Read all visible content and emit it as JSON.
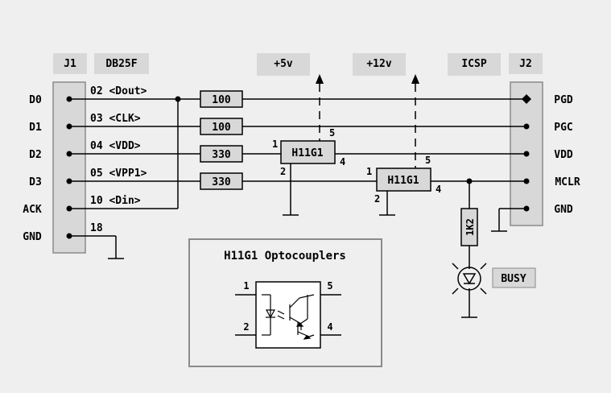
{
  "header": {
    "j1": "J1",
    "db25f": "DB25F",
    "plus5v": "+5v",
    "plus12v": "+12v",
    "icsp": "ICSP",
    "j2": "J2"
  },
  "left_signals": [
    "D0",
    "D1",
    "D2",
    "D3",
    "ACK",
    "GND"
  ],
  "db25_pins": [
    "02 <Dout>",
    "03 <CLK>",
    "04 <VDD>",
    "05 <VPP1>",
    "10 <Din>",
    "18"
  ],
  "right_signals": [
    "PGD",
    "PGC",
    "VDD",
    "MCLR",
    "GND"
  ],
  "resistors": [
    "100",
    "100",
    "330",
    "330"
  ],
  "resistor_busy": "1K2",
  "optocoupler_1": {
    "label": "H11G1",
    "pin1": "1",
    "pin2": "2",
    "pin4": "4",
    "pin5": "5"
  },
  "optocoupler_2": {
    "label": "H11G1",
    "pin1": "1",
    "pin2": "2",
    "pin4": "4",
    "pin5": "5"
  },
  "busy_label": "BUSY",
  "legend": {
    "title": "H11G1 Optocouplers",
    "pin1": "1",
    "pin2": "2",
    "pin4": "4",
    "pin5": "5"
  },
  "colors": {
    "background": "#efefef",
    "box_fill": "#d8d8d8",
    "line": "#000000"
  }
}
